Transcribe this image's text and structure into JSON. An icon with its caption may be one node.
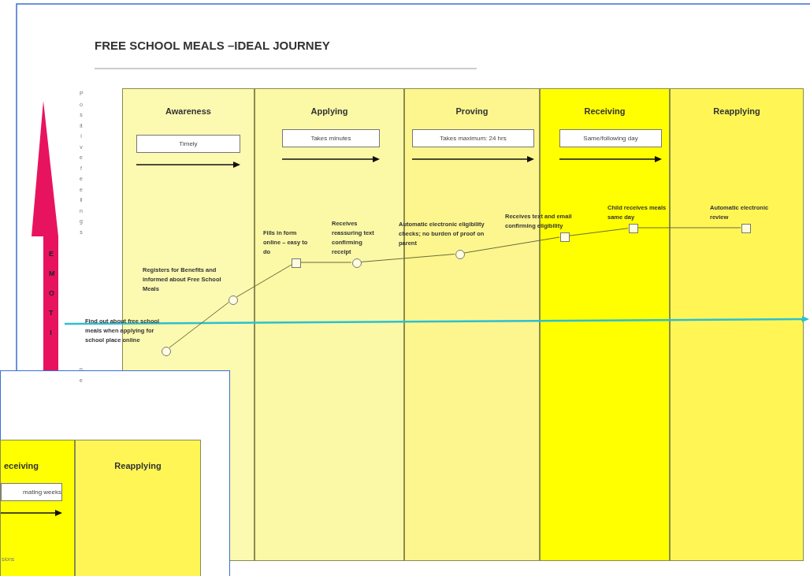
{
  "diagram": {
    "title": "FREE SCHOOL MEALS –IDEAL JOURNEY",
    "nodes": [
      {
        "text": [
          "Awareness"
        ]
      },
      {
        "text": [
          "Applying"
        ]
      },
      {
        "text": [
          "Proving"
        ]
      },
      {
        "text": [
          "Receiving"
        ]
      },
      {
        "text": [
          "Reapplying"
        ]
      },
      {
        "text": [
          "Timely"
        ],
        "in": 0
      },
      {
        "text": [
          "Takes minutes"
        ],
        "in": 1
      },
      {
        "text": [
          "Takes maximum: 24 hrs"
        ],
        "in": 2
      },
      {
        "text": [
          "Same/following day"
        ],
        "in": 3
      },
      {
        "text": [],
        "shape": "circle",
        "in": 0,
        "beside": [
          "Find out about free school meals when applying for school place online"
        ]
      },
      {
        "text": [],
        "shape": "circle",
        "in": 0,
        "beside": [
          "Registers for Benefits and informed about Free School Meals"
        ]
      },
      {
        "text": [],
        "shape": "box",
        "in": 1,
        "beside": [
          "Fills in form online – easy to do"
        ]
      },
      {
        "text": [],
        "shape": "circle",
        "in": 1,
        "beside": [
          "Receives reassuring text confirming receipt"
        ]
      },
      {
        "text": [],
        "shape": "circle",
        "in": 2,
        "beside": [
          "Automatic electronic eligibility checks; no burden of proof on parent"
        ]
      },
      {
        "text": [],
        "shape": "box",
        "in": 3,
        "beside": [
          "Receives text and email confirming eligibility"
        ]
      },
      {
        "text": [],
        "shape": "box",
        "in": 3,
        "beside": [
          "Child receives meals same day"
        ]
      },
      {
        "text": [],
        "shape": "box",
        "in": 4,
        "beside": [
          "Automatic electronic review"
        ]
      },
      {
        "text": [
          "eceiving"
        ]
      },
      {
        "text": [
          "mating weeks"
        ],
        "in": 17
      },
      {
        "text": [
          "Reapplying"
        ]
      },
      {
        "text": [
          "EMOTI"
        ]
      }
    ],
    "edges": [
      {
        "from": 9,
        "to": 10,
        "arrow": "none"
      },
      {
        "from": 10,
        "to": 11,
        "arrow": "none"
      },
      {
        "from": 11,
        "to": 12,
        "arrow": "none"
      },
      {
        "from": 12,
        "to": 13,
        "arrow": "none"
      },
      {
        "from": 13,
        "to": 14,
        "arrow": "none"
      },
      {
        "from": 14,
        "to": 15,
        "arrow": "none"
      },
      {
        "from": 15,
        "to": 16,
        "arrow": "none"
      }
    ],
    "labels": [
      "Positive feelings",
      "ne",
      "sions"
    ]
  }
}
